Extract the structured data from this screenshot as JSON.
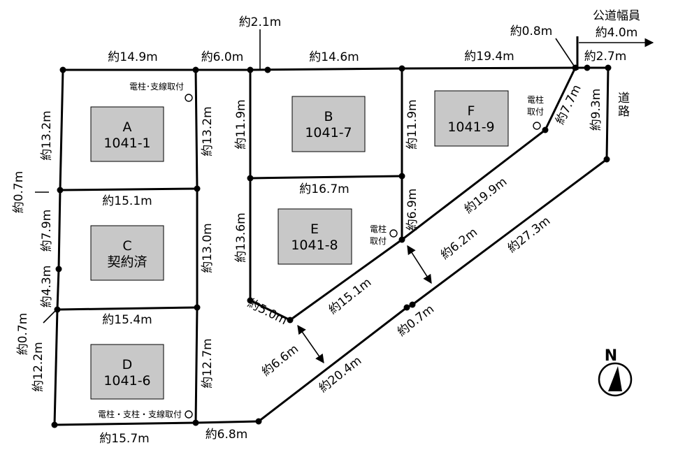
{
  "lots": [
    {
      "id": "lot-a",
      "letter": "A",
      "number": "1041-1"
    },
    {
      "id": "lot-b",
      "letter": "B",
      "number": "1041-7"
    },
    {
      "id": "lot-c",
      "letter": "C",
      "number": "契約済"
    },
    {
      "id": "lot-d",
      "letter": "D",
      "number": "1041-6"
    },
    {
      "id": "lot-e",
      "letter": "E",
      "number": "1041-8"
    },
    {
      "id": "lot-f",
      "letter": "F",
      "number": "1041-9"
    }
  ],
  "dimensions": {
    "top_a": "約14.9m",
    "top_gap": "約6.0m",
    "gap_2_1": "約2.1m",
    "top_b": "約14.6m",
    "top_f": "約19.4m",
    "gap_0_8": "約0.8m",
    "road_width_title": "公道幅員",
    "road_width": "約4.0m",
    "top_road": "約2.7m",
    "a_left": "約13.2m",
    "a_right": "約13.2m",
    "b_left": "約11.9m",
    "b_right": "約11.9m",
    "f_slant": "約7.7m",
    "road_right": "約9.3m",
    "road_label": "道路",
    "ac_boundary": "約15.1m",
    "be_boundary": "約16.7m",
    "left_0_7_top": "約0.7m",
    "c_left": "約7.9m",
    "c_left_lower": "約4.3m",
    "c_right": "約13.0m",
    "e_left": "約13.6m",
    "e_right": "約6.9m",
    "f_diag": "約19.9m",
    "alley_width_1": "約6.2m",
    "road_diag": "約27.3m",
    "cd_boundary": "約15.4m",
    "e_bottom_left": "約5.0m",
    "e_bottom": "約15.1m",
    "gap_0_7_right": "約0.7m",
    "left_0_7_bottom": "約0.7m",
    "d_left": "約12.2m",
    "alley_width_2": "約6.6m",
    "d_right": "約12.7m",
    "lower_diag": "約20.4m",
    "d_bottom": "約15.7m",
    "bottom_gap": "約6.8m"
  },
  "poles": {
    "a": "電柱･支線取付",
    "f_line1": "電柱",
    "f_line2": "取付",
    "e_line1": "電柱",
    "e_line2": "取付",
    "d": "電柱・支柱・支線取付"
  },
  "compass": {
    "label": "N"
  }
}
